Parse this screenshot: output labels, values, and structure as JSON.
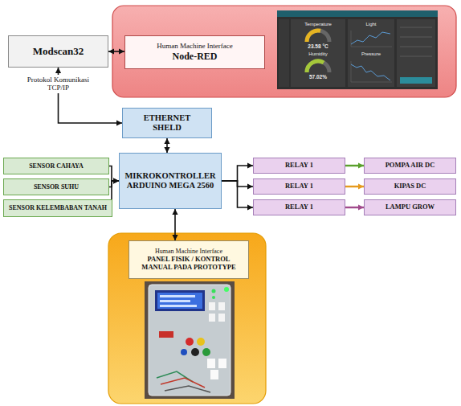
{
  "diagram": {
    "nodes": [
      {
        "text": [
          "Modscan32"
        ]
      },
      {
        "text": [
          "Human Machine Interface",
          "Node-RED"
        ]
      },
      {
        "text": [
          "ETHERNET SHELD"
        ]
      },
      {
        "text": [
          "SENSOR CAHAYA"
        ]
      },
      {
        "text": [
          "SENSOR SUHU"
        ]
      },
      {
        "text": [
          "SENSOR KELEMBABAN TANAH"
        ]
      },
      {
        "text": [
          "MIKROKONTROLLER ARDUINO MEGA 2560"
        ]
      },
      {
        "text": [
          "RELAY 1"
        ]
      },
      {
        "text": [
          "RELAY 1"
        ]
      },
      {
        "text": [
          "RELAY 1"
        ]
      },
      {
        "text": [
          "POMPA AIR DC"
        ]
      },
      {
        "text": [
          "KIPAS DC"
        ]
      },
      {
        "text": [
          "LAMPU GROW"
        ]
      },
      {
        "text": [
          "Human Machine Interface",
          "PANEL FISIK / KONTROL MANUAL PADA PROTOTYPE"
        ]
      }
    ],
    "edges": [
      {
        "from": 0,
        "to": 1,
        "arrow": "both"
      },
      {
        "from": 0,
        "to": 2,
        "label": "Protokol Komunikasi TCP/IP",
        "arrow": "both"
      },
      {
        "from": 2,
        "to": 6,
        "arrow": "both"
      },
      {
        "from": 3,
        "to": 6,
        "arrow": "to"
      },
      {
        "from": 4,
        "to": 6,
        "arrow": "to"
      },
      {
        "from": 5,
        "to": 6,
        "arrow": "to"
      },
      {
        "from": 6,
        "to": 7,
        "arrow": "to"
      },
      {
        "from": 6,
        "to": 8,
        "arrow": "to"
      },
      {
        "from": 6,
        "to": 9,
        "arrow": "to"
      },
      {
        "from": 7,
        "to": 10,
        "arrow": "to"
      },
      {
        "from": 8,
        "to": 11,
        "arrow": "to"
      },
      {
        "from": 9,
        "to": 12,
        "arrow": "to"
      },
      {
        "from": 6,
        "to": 13,
        "arrow": "both"
      }
    ],
    "labels": [
      "Temperature",
      "23.58 °C",
      "Humidity",
      "57.02%",
      "Light",
      "Pressure"
    ]
  }
}
